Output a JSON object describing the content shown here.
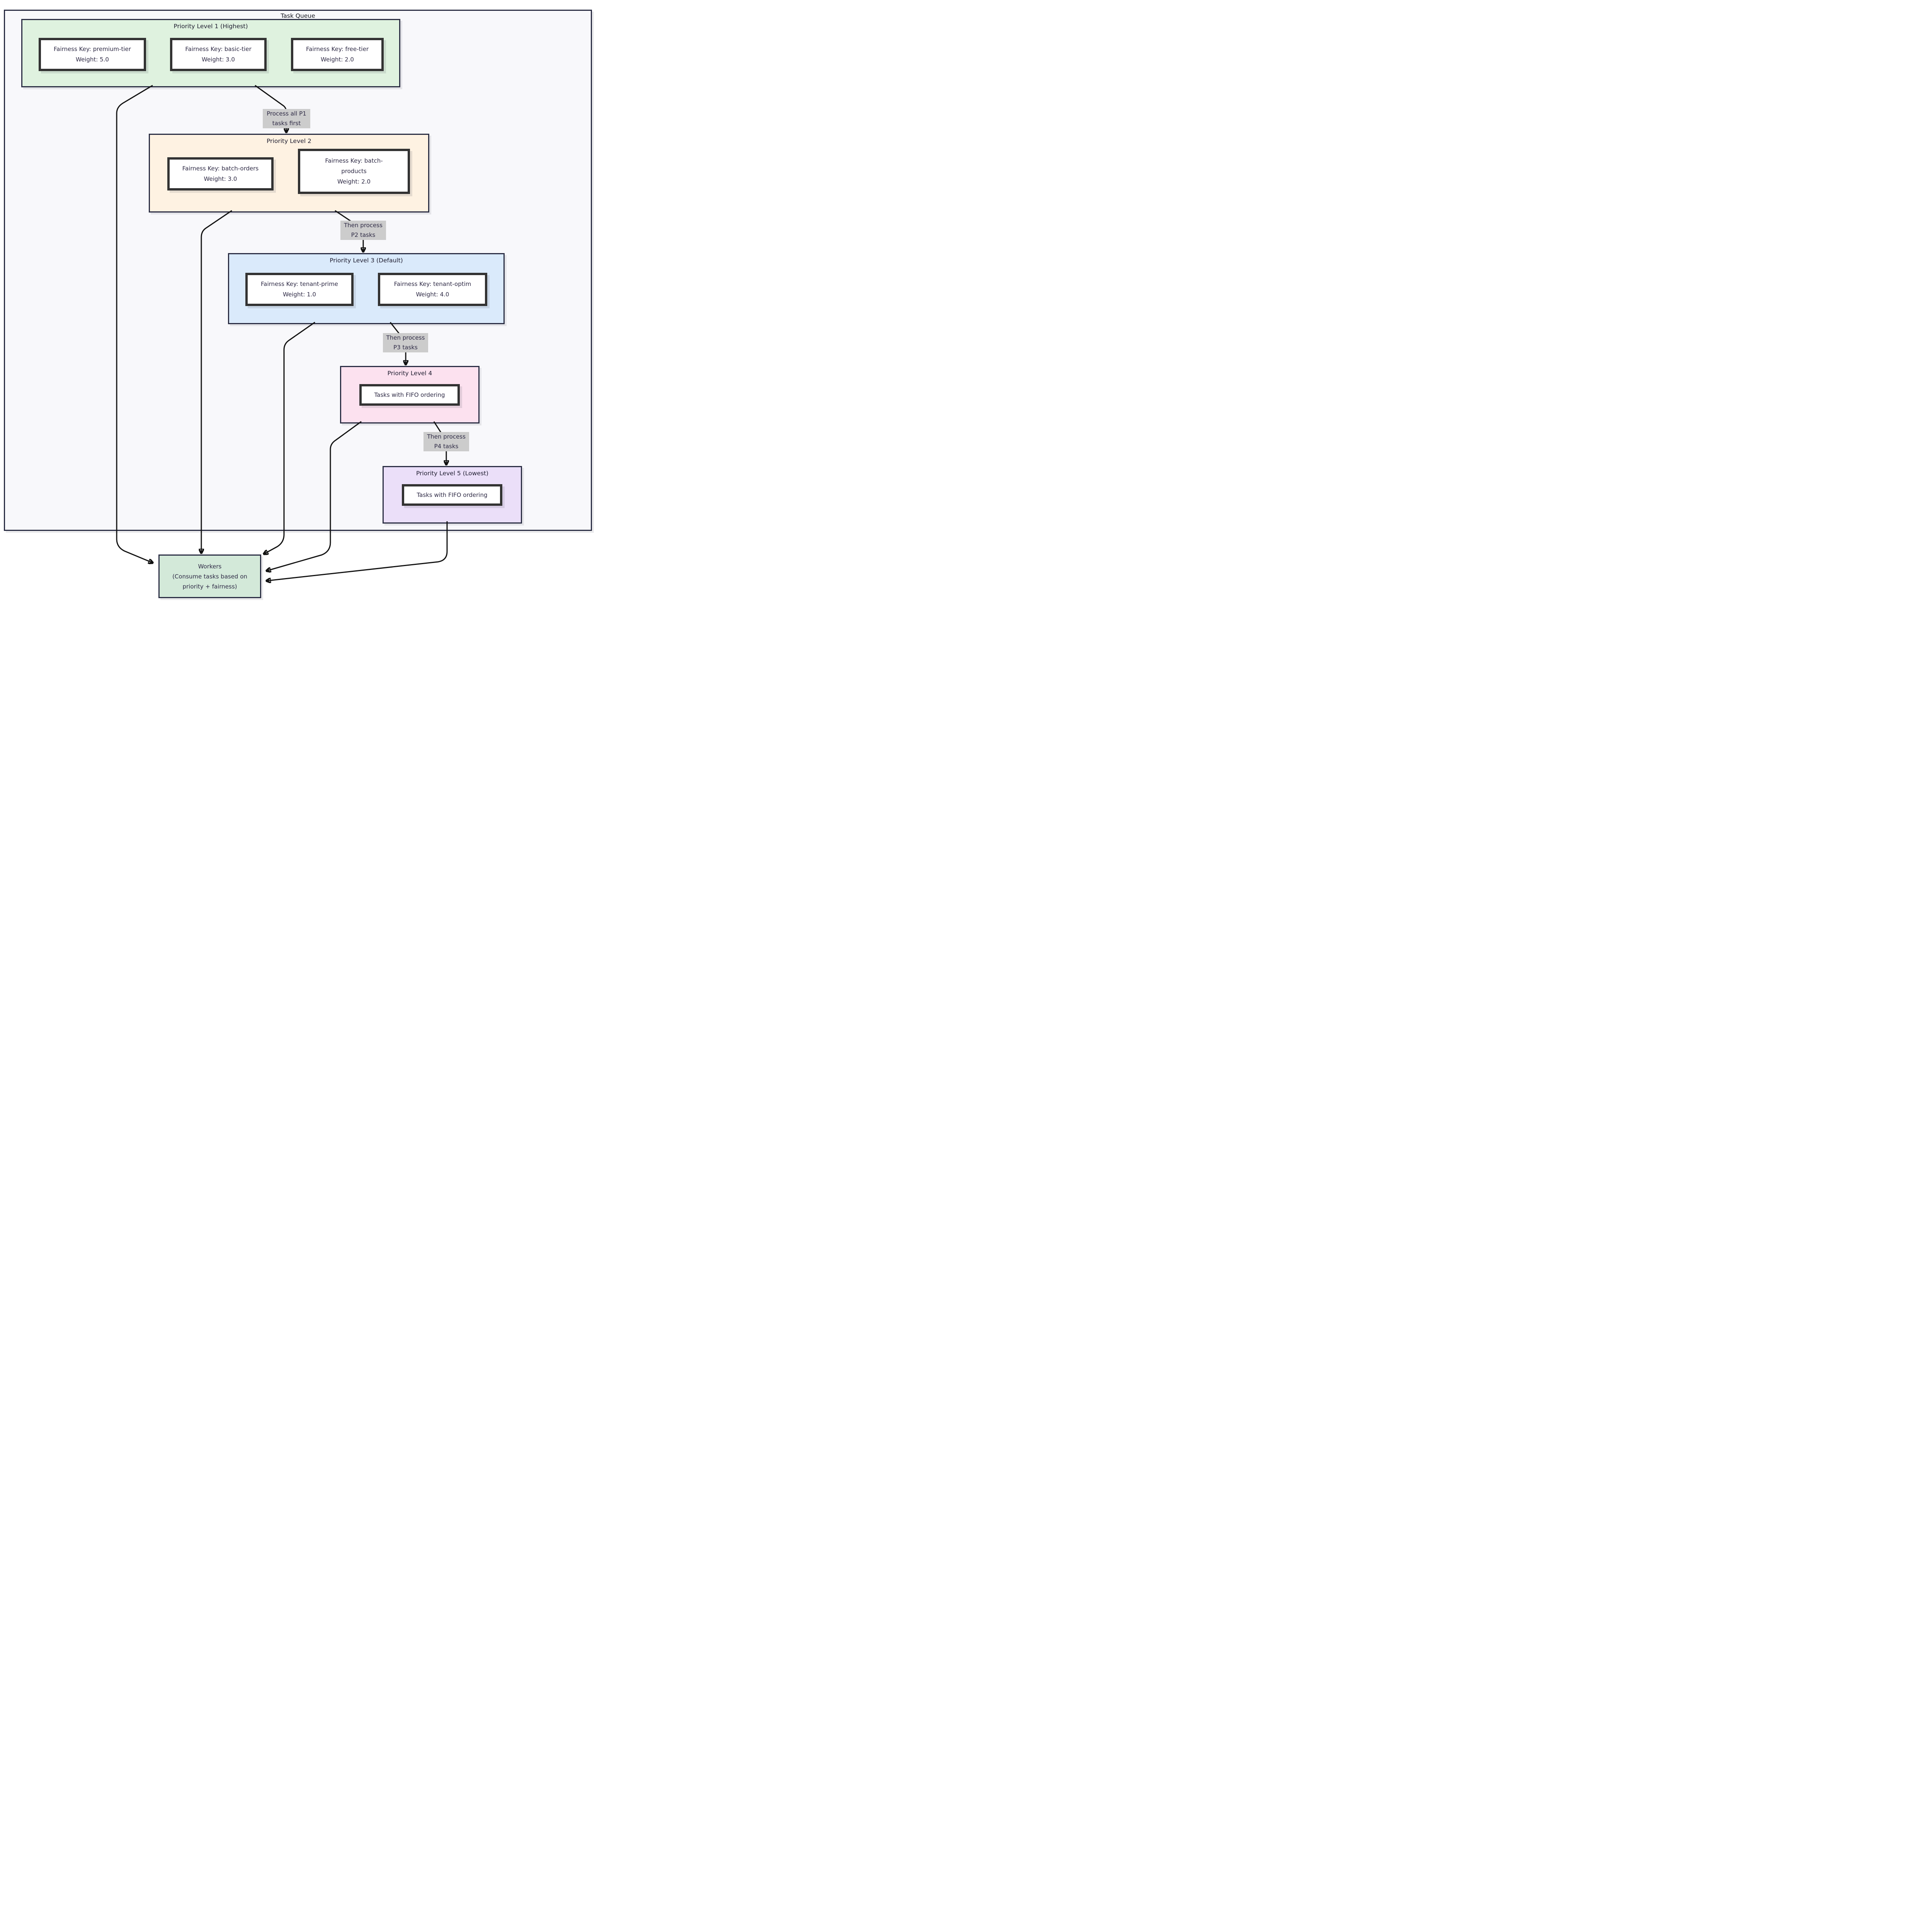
{
  "diagram": {
    "title": "Task Queue",
    "clusters": [
      {
        "id": "p1",
        "title": "Priority Level 1 (Highest)",
        "nodes": [
          {
            "lines": [
              "Fairness Key: premium-tier",
              "Weight: 5.0"
            ]
          },
          {
            "lines": [
              "Fairness Key: basic-tier",
              "Weight: 3.0"
            ]
          },
          {
            "lines": [
              "Fairness Key: free-tier",
              "Weight: 2.0"
            ]
          }
        ]
      },
      {
        "id": "p2",
        "title": "Priority Level 2",
        "nodes": [
          {
            "lines": [
              "Fairness Key: batch-orders",
              "Weight: 3.0"
            ]
          },
          {
            "lines": [
              "Fairness Key: batch-",
              "products",
              "Weight: 2.0"
            ]
          }
        ]
      },
      {
        "id": "p3",
        "title": "Priority Level 3 (Default)",
        "nodes": [
          {
            "lines": [
              "Fairness Key: tenant-prime",
              "Weight: 1.0"
            ]
          },
          {
            "lines": [
              "Fairness Key: tenant-optim",
              "Weight: 4.0"
            ]
          }
        ]
      },
      {
        "id": "p4",
        "title": "Priority Level 4",
        "nodes": [
          {
            "lines": [
              "Tasks with FIFO ordering"
            ]
          }
        ]
      },
      {
        "id": "p5",
        "title": "Priority Level 5 (Lowest)",
        "nodes": [
          {
            "lines": [
              "Tasks with FIFO ordering"
            ]
          }
        ]
      }
    ],
    "workers": {
      "lines": [
        "Workers",
        "(Consume tasks based on",
        "priority + fairness)"
      ]
    },
    "edge_labels": [
      {
        "lines": [
          "Process all P1",
          "tasks first"
        ]
      },
      {
        "lines": [
          "Then process",
          "P2 tasks"
        ]
      },
      {
        "lines": [
          "Then process",
          "P3 tasks"
        ]
      },
      {
        "lines": [
          "Then process",
          "P4 tasks"
        ]
      }
    ],
    "colors": {
      "page_bg": "#ffffff",
      "container_fill": "#f8f8fb",
      "cluster_border": "#2b2e44",
      "node_border": "#333333",
      "p1_fill": "#dff2df",
      "p2_fill": "#fef2e2",
      "p3_fill": "#daeafb",
      "p4_fill": "#fce1ef",
      "p5_fill": "#ebdff9",
      "workers_fill": "#d3e9d9",
      "edge_stroke": "#111111",
      "edge_label_bg": "#cccccc",
      "text": "#2e2a45"
    }
  }
}
